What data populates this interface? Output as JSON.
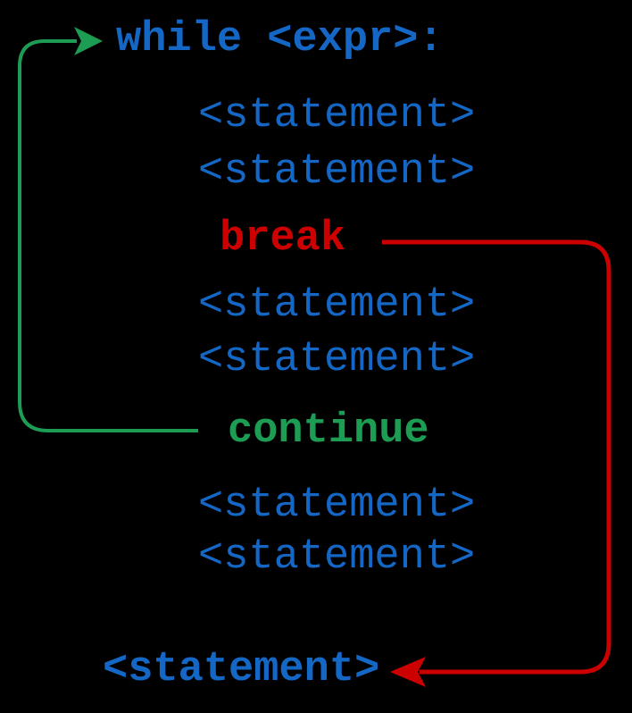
{
  "loop": {
    "header": "while <expr>:",
    "block1": [
      "<statement>",
      "<statement>"
    ],
    "break_keyword": "break",
    "block2": [
      "<statement>",
      "<statement>"
    ],
    "continue_keyword": "continue",
    "block3": [
      "<statement>",
      "<statement>"
    ],
    "after_loop_statement": "<statement>"
  },
  "colors": {
    "background": "#000000",
    "code_blue": "#1467c4",
    "break_red": "#cc0000",
    "continue_green": "#1d9c53"
  }
}
